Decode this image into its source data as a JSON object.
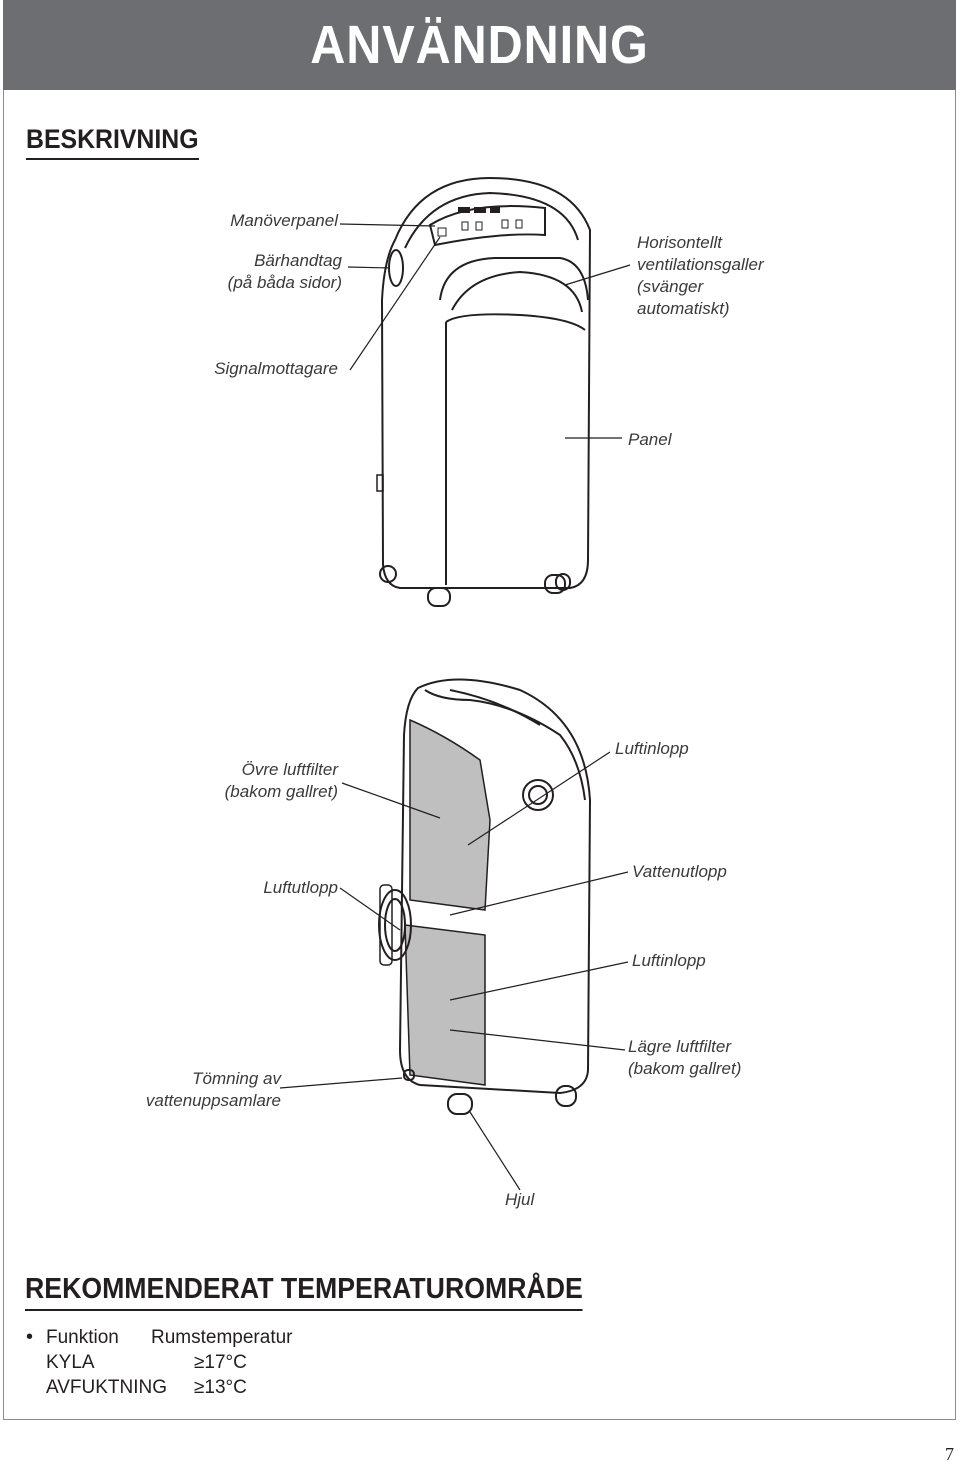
{
  "page": {
    "title": "ANVÄNDNING",
    "page_number": "7"
  },
  "description": {
    "heading": "BESKRIVNING",
    "front_view": {
      "manoverpanel": "Manöverpanel",
      "barhandtag_1": "Bärhandtag",
      "barhandtag_2": "(på båda sidor)",
      "signalmottagare": "Signalmottagare",
      "ventilation_1": "Horisontellt",
      "ventilation_2": "ventilationsgaller",
      "ventilation_3": "(svänger",
      "ventilation_4": "automatiskt)",
      "panel": "Panel"
    },
    "back_view": {
      "ovre_filter_1": "Övre luftfilter",
      "ovre_filter_2": "(bakom gallret)",
      "luftinlopp_top": "Luftinlopp",
      "luftutlopp": "Luftutlopp",
      "vattenutlopp": "Vattenutlopp",
      "luftinlopp_bottom": "Luftinlopp",
      "lagre_filter_1": "Lägre luftfilter",
      "lagre_filter_2": "(bakom gallret)",
      "tomning_1": "Tömning av",
      "tomning_2": "vattenuppsamlare",
      "hjul": "Hjul"
    }
  },
  "temperature": {
    "heading": "REKOMMENDERAT TEMPERATUROMRÅDE",
    "bullet": "•",
    "header": {
      "function": "Funktion",
      "room_temp": "Rumstemperatur"
    },
    "rows": [
      {
        "function": "KYLA",
        "room_temp": "≥17°C"
      },
      {
        "function": "AVFUKTNING",
        "room_temp": "≥13°C"
      }
    ]
  }
}
